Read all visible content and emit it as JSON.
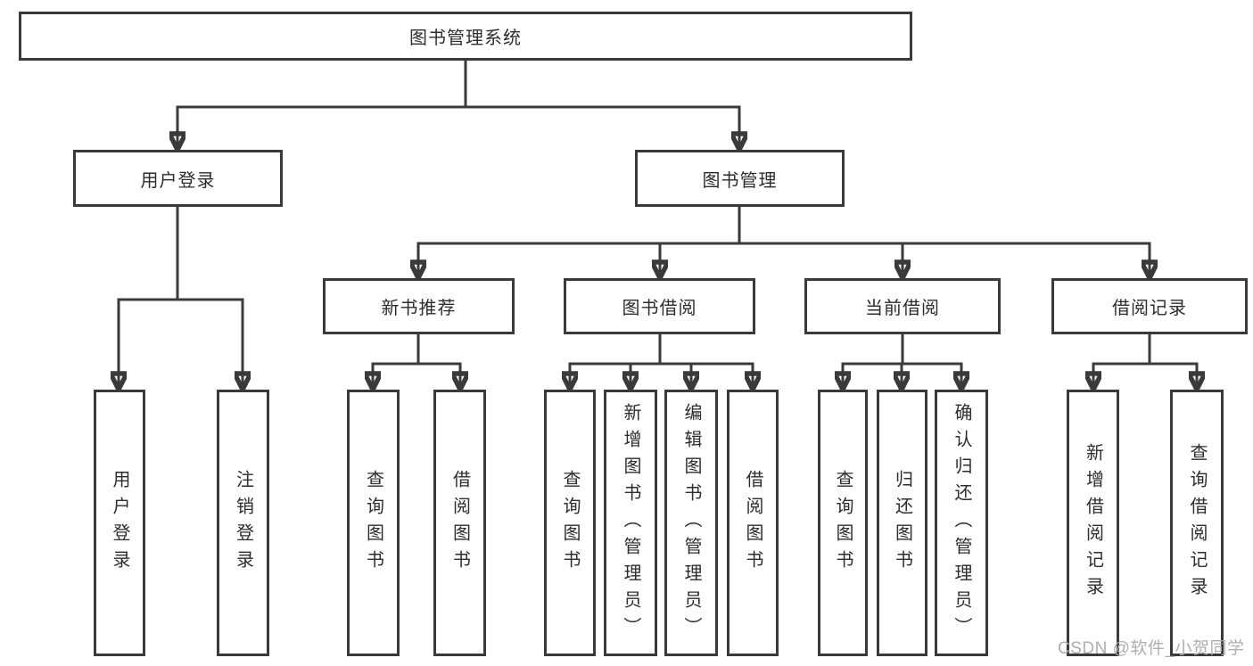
{
  "title": "图书管理系统",
  "watermark": "CSDN @软件_小贺同学",
  "colors": {
    "line": "#3a3a3a",
    "box_border": "#3a3a3a",
    "box_background": "#ffffff",
    "text": "#2d2d2d",
    "watermark": "#ababab",
    "background": "#ffffff"
  },
  "nodes": {
    "root": {
      "label": "图书管理系统"
    },
    "user_login": {
      "label": "用户登录"
    },
    "book_mgmt": {
      "label": "图书管理"
    },
    "new_books": {
      "label": "新书推荐"
    },
    "book_borrow": {
      "label": "图书借阅"
    },
    "current_borrow": {
      "label": "当前借阅"
    },
    "borrow_records": {
      "label": "借阅记录"
    },
    "leaf_user_login": {
      "label": "用户登录"
    },
    "leaf_logout": {
      "label": "注销登录"
    },
    "leaf_nb_query": {
      "label": "查询图书"
    },
    "leaf_nb_borrow": {
      "label": "借阅图书"
    },
    "leaf_bb_query": {
      "label": "查询图书"
    },
    "leaf_bb_add": {
      "label": "新增图书（管理员）"
    },
    "leaf_bb_edit": {
      "label": "编辑图书（管理员）"
    },
    "leaf_bb_borrow": {
      "label": "借阅图书"
    },
    "leaf_cb_query": {
      "label": "查询图书"
    },
    "leaf_cb_return": {
      "label": "归还图书"
    },
    "leaf_cb_confirm": {
      "label": "确认归还（管理员）"
    },
    "leaf_br_add": {
      "label": "新增借阅记录"
    },
    "leaf_br_query": {
      "label": "查询借阅记录"
    }
  },
  "hierarchy": {
    "root": "图书管理系统",
    "children": [
      {
        "label": "用户登录",
        "children": [
          "用户登录",
          "注销登录"
        ]
      },
      {
        "label": "图书管理",
        "children": [
          {
            "label": "新书推荐",
            "children": [
              "查询图书",
              "借阅图书"
            ]
          },
          {
            "label": "图书借阅",
            "children": [
              "查询图书",
              "新增图书（管理员）",
              "编辑图书（管理员）",
              "借阅图书"
            ]
          },
          {
            "label": "当前借阅",
            "children": [
              "查询图书",
              "归还图书",
              "确认归还（管理员）"
            ]
          },
          {
            "label": "借阅记录",
            "children": [
              "新增借阅记录",
              "查询借阅记录"
            ]
          }
        ]
      }
    ]
  }
}
